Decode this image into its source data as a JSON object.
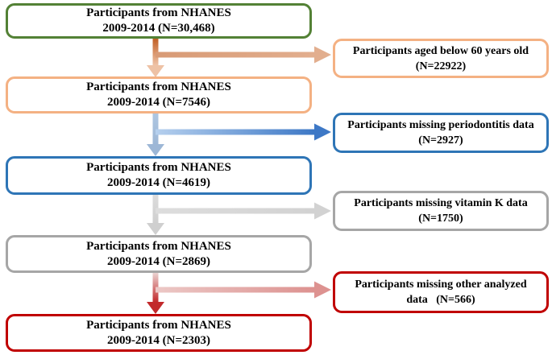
{
  "diagram": {
    "type": "flowchart",
    "description": "NHANES participant selection flow diagram",
    "stages": [
      {
        "line1": "Participants from NHANES",
        "line2": "2009-2014 (N=30,468)",
        "border_color": "#538135"
      },
      {
        "line1": "Participants from NHANES",
        "line2": "2009-2014 (N=7546)",
        "border_color": "#F4B183"
      },
      {
        "line1": "Participants from NHANES",
        "line2": "2009-2014 (N=4619)",
        "border_color": "#2E75B6"
      },
      {
        "line1": "Participants from NHANES",
        "line2": "2009-2014 (N=2869)",
        "border_color": "#A6A6A6"
      },
      {
        "line1": "Participants from NHANES",
        "line2": "2009-2014 (N=2303)",
        "border_color": "#C00000"
      }
    ],
    "exclusions": [
      {
        "line1": "Participants aged below 60 years old",
        "line2": "(N=22922)",
        "border_color": "#F4B183"
      },
      {
        "line1": "Participants missing periodontitis data",
        "line2": "(N=2927)",
        "border_color": "#2E75B6"
      },
      {
        "line1": "Participants missing vitamin K data",
        "line2": "(N=1750)",
        "border_color": "#A6A6A6"
      },
      {
        "line1": "Participants missing other analyzed",
        "line2": "data   (N=566)",
        "border_color": "#C00000"
      }
    ],
    "colors": {
      "background": "#FFFFFF",
      "text": "#000000",
      "arrow_orange_dark": "#BE5A1D",
      "arrow_orange_light": "#EFC3A6",
      "arrow_tan": "#DCA182",
      "arrow_blue_light": "#A9C2DE",
      "arrow_blue_strong": "#3D78C6",
      "arrow_gray": "#D5D5D5",
      "arrow_red_strong": "#C2292B",
      "arrow_pink": "#E2A3A1"
    }
  }
}
